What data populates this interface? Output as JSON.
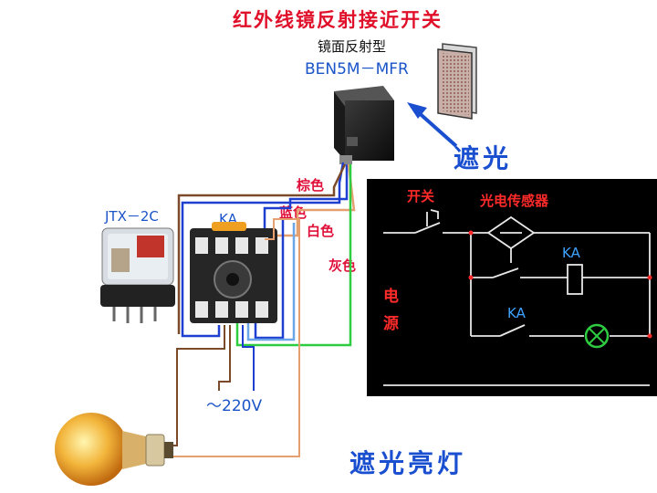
{
  "title": "红外线镜反射接近开关",
  "sensor": {
    "type_label": "镜面反射型",
    "model": "BEN5M－MFR"
  },
  "shade_label": "遮光",
  "wires": {
    "brown": "棕色",
    "blue": "蓝色",
    "white": "白色",
    "gray": "灰色"
  },
  "relay_label": "JTX－2C",
  "socket_label": "KA",
  "supply_label": "～220V",
  "bottom_caption": "遮光亮灯",
  "schematic": {
    "switch_label": "开关",
    "sensor_label": "光电传感器",
    "coil_label": "KA",
    "contact_label": "KA",
    "power_label": [
      "电",
      "源"
    ]
  },
  "colors": {
    "title": "#e0102a",
    "accent_blue": "#1a4fd0",
    "panel_bg": "#000000",
    "wire_green": "#2ecc40",
    "wire_blue": "#1f3fd0",
    "wire_brown": "#7a4a2a",
    "wire_orange": "#e6a070"
  }
}
